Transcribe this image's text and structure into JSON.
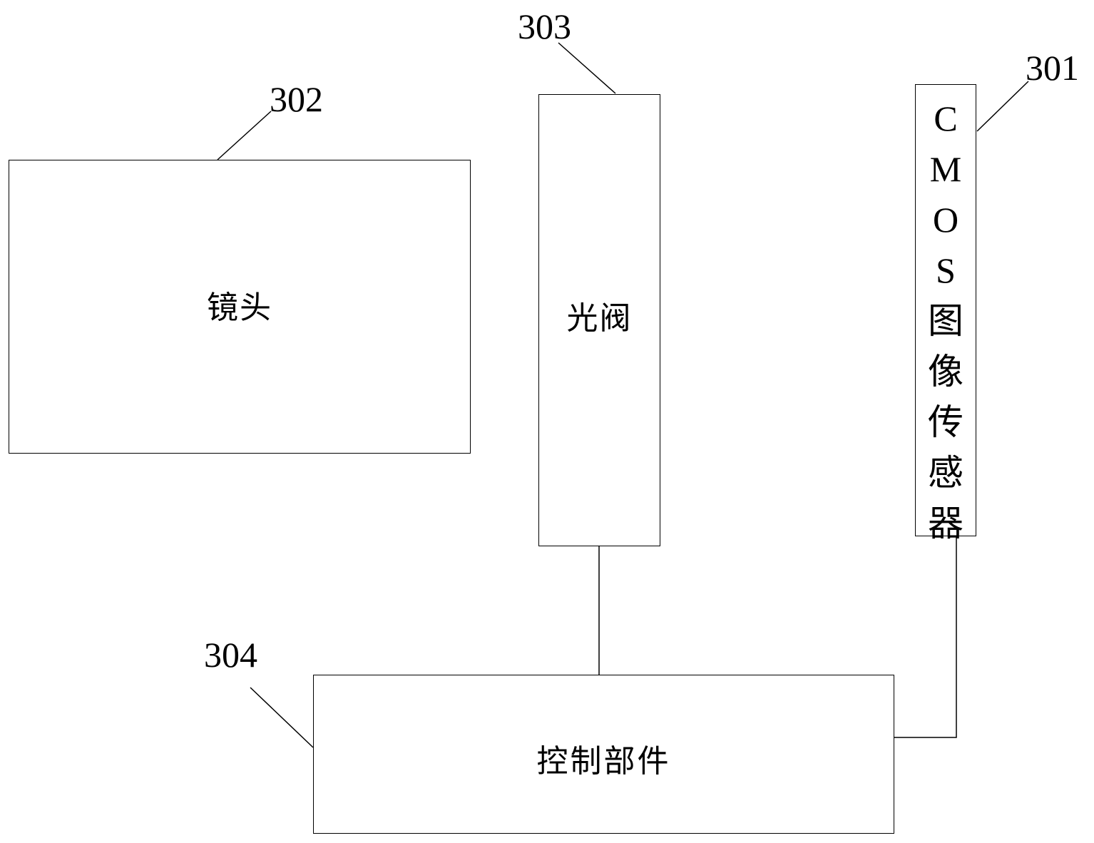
{
  "components": {
    "lens": {
      "label": "镜头",
      "ref": "302"
    },
    "light_valve": {
      "label": "光阀",
      "ref": "303"
    },
    "cmos_sensor": {
      "label": "CMOS图像传感器",
      "ref": "301",
      "label_chars": [
        "C",
        "M",
        "O",
        "S",
        "图",
        "像",
        "传",
        "感",
        "器"
      ]
    },
    "control_unit": {
      "label": "控制部件",
      "ref": "304"
    }
  },
  "connections": [
    {
      "from": "light_valve",
      "to": "control_unit"
    },
    {
      "from": "cmos_sensor",
      "to": "control_unit"
    }
  ],
  "colors": {
    "line": "#000000",
    "background": "#ffffff"
  }
}
